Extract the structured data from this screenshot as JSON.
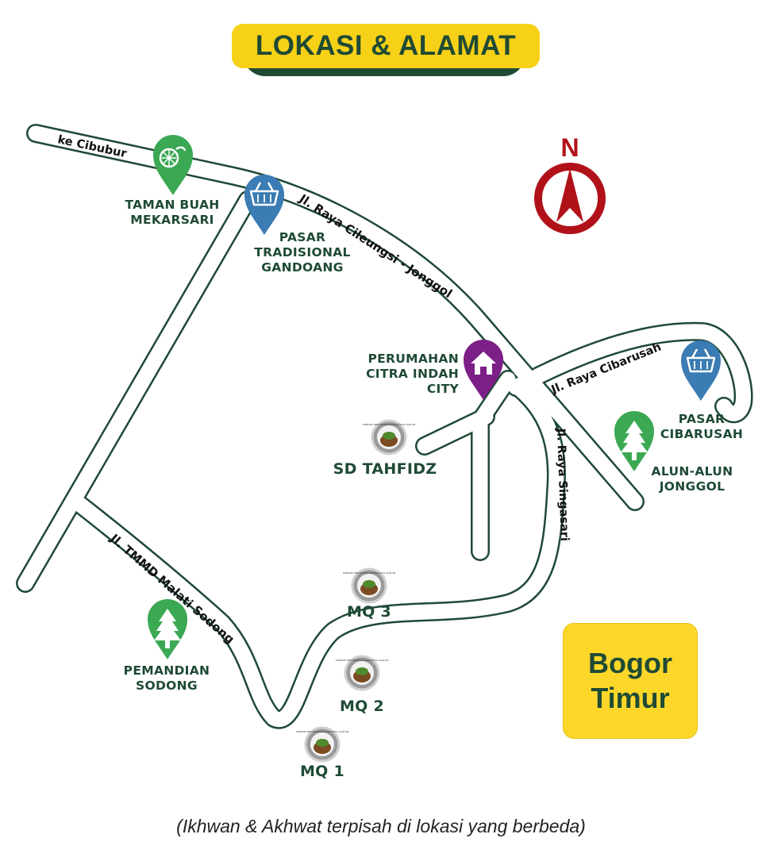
{
  "title": "LOKASI & ALAMAT",
  "compass": {
    "letter": "N"
  },
  "roads": {
    "cibubur": "ke Cibubur",
    "cileungsi": "Jl. Raya Cileungsi - Jonggol",
    "cibarusah": "Jl. Raya Cibarusah",
    "singasari": "Jl. Raya Singasari",
    "tmmd": "Jl. TMMD Malati Sodong"
  },
  "places": {
    "taman_buah": [
      "TAMAN BUAH",
      "MEKARSARI"
    ],
    "pasar_gandoang": [
      "PASAR",
      "TRADISIONAL",
      "GANDOANG"
    ],
    "perumahan": [
      "PERUMAHAN",
      "CITRA INDAH",
      "CITY"
    ],
    "pasar_cibarusah": [
      "PASAR",
      "CIBARUSAH"
    ],
    "alun_alun": [
      "ALUN-ALUN",
      "JONGGOL"
    ],
    "pemandian": [
      "PEMANDIAN",
      "SODONG"
    ],
    "sd_tahfidz": "SD TAHFIDZ",
    "mq3": "MQ 3",
    "mq2": "MQ 2",
    "mq1": "MQ 1"
  },
  "logo_text": "PONDOK PESANTREN MADRASATUL QUR'AN",
  "region": "Bogor\nTimur",
  "footer_note": "(Ikhwan & Akhwat terpisah di lokasi yang berbeda)",
  "colors": {
    "road_outline": "#1f4a35",
    "pin_green": "#3ba853",
    "pin_blue": "#3a7cb3",
    "pin_purple": "#7c1f86",
    "compass_red": "#b11219",
    "title_yellow": "#f7d117",
    "region_yellow": "#fcd72a"
  }
}
